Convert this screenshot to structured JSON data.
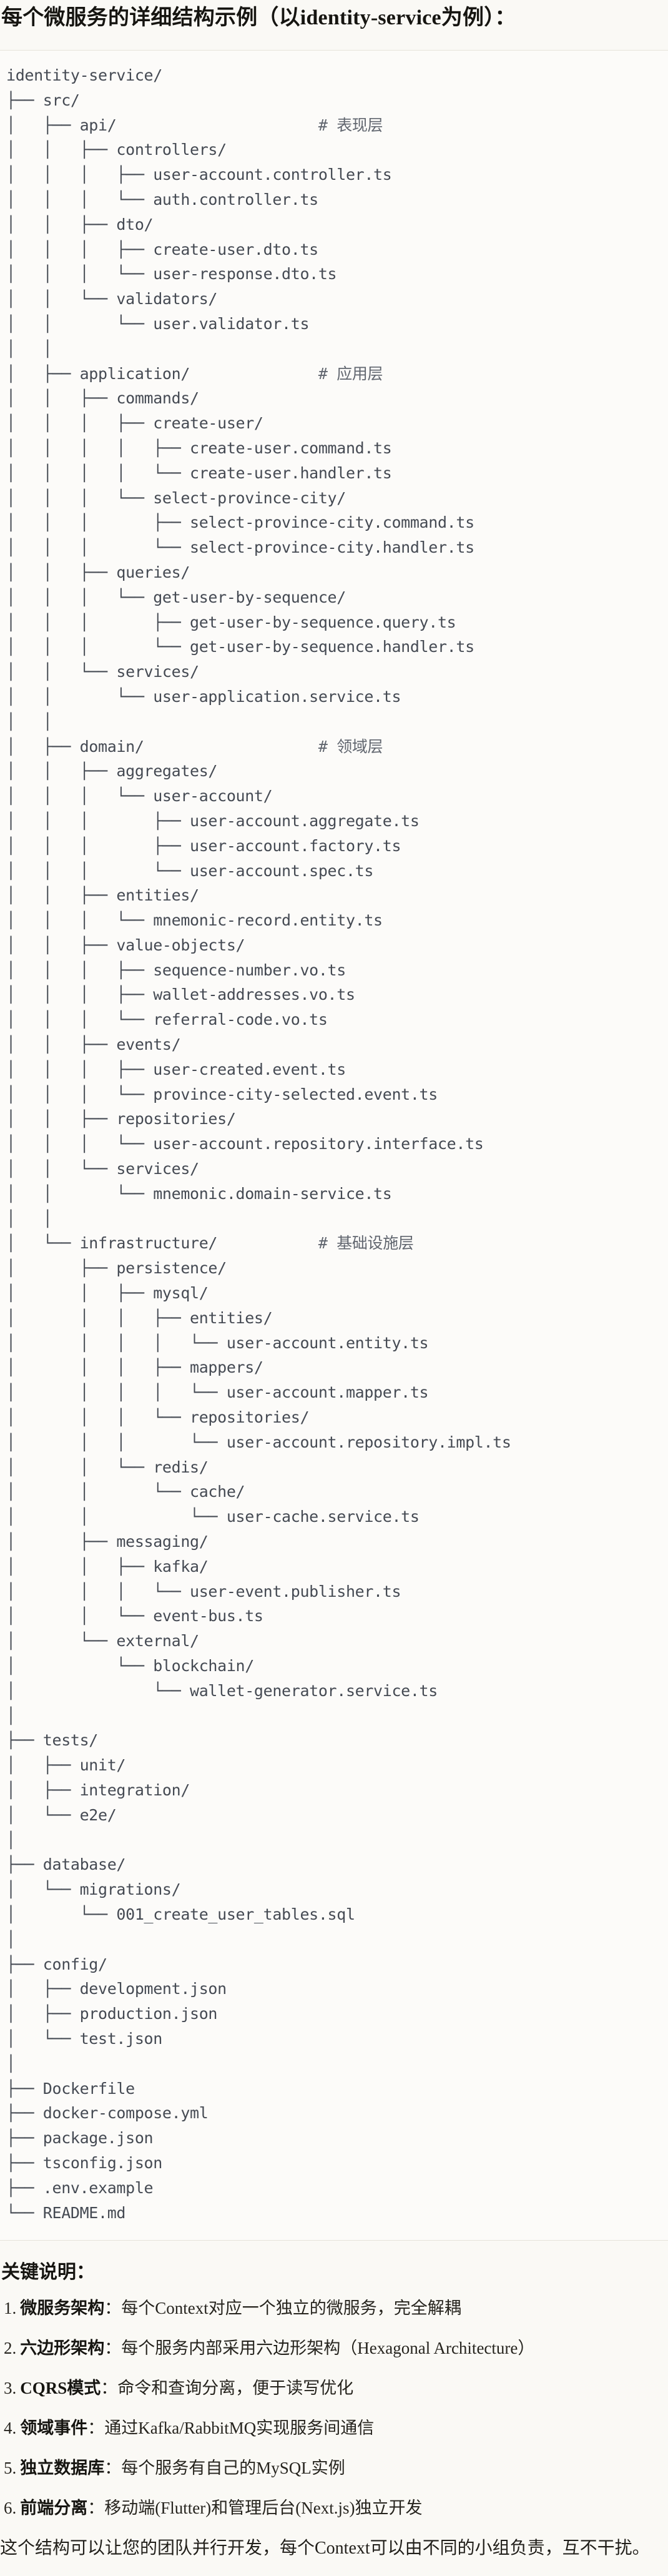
{
  "colors": {
    "page_bg": "#faf9f5",
    "code_block_bg": "#fcfbf9",
    "code_block_border": "#e6e3da",
    "tree_text": "#454a53",
    "tree_comment": "#61666f",
    "heading_text": "#161511",
    "body_text": "#211f1a"
  },
  "document": {
    "title": "每个微服务的详细结构示例（以identity-service为例）：",
    "tree": {
      "root": "identity-service/",
      "layer_comments": [
        "# 表现层",
        "# 应用层",
        "# 领域层",
        "# 基础设施层"
      ],
      "lines": [
        "identity-service/",
        "├── src/",
        "│   ├── api/                      # 表现层",
        "│   │   ├── controllers/",
        "│   │   │   ├── user-account.controller.ts",
        "│   │   │   └── auth.controller.ts",
        "│   │   ├── dto/",
        "│   │   │   ├── create-user.dto.ts",
        "│   │   │   └── user-response.dto.ts",
        "│   │   └── validators/",
        "│   │       └── user.validator.ts",
        "│   │",
        "│   ├── application/              # 应用层",
        "│   │   ├── commands/",
        "│   │   │   ├── create-user/",
        "│   │   │   │   ├── create-user.command.ts",
        "│   │   │   │   └── create-user.handler.ts",
        "│   │   │   └── select-province-city/",
        "│   │   │       ├── select-province-city.command.ts",
        "│   │   │       └── select-province-city.handler.ts",
        "│   │   ├── queries/",
        "│   │   │   └── get-user-by-sequence/",
        "│   │   │       ├── get-user-by-sequence.query.ts",
        "│   │   │       └── get-user-by-sequence.handler.ts",
        "│   │   └── services/",
        "│   │       └── user-application.service.ts",
        "│   │",
        "│   ├── domain/                   # 领域层",
        "│   │   ├── aggregates/",
        "│   │   │   └── user-account/",
        "│   │   │       ├── user-account.aggregate.ts",
        "│   │   │       ├── user-account.factory.ts",
        "│   │   │       └── user-account.spec.ts",
        "│   │   ├── entities/",
        "│   │   │   └── mnemonic-record.entity.ts",
        "│   │   ├── value-objects/",
        "│   │   │   ├── sequence-number.vo.ts",
        "│   │   │   ├── wallet-addresses.vo.ts",
        "│   │   │   └── referral-code.vo.ts",
        "│   │   ├── events/",
        "│   │   │   ├── user-created.event.ts",
        "│   │   │   └── province-city-selected.event.ts",
        "│   │   ├── repositories/",
        "│   │   │   └── user-account.repository.interface.ts",
        "│   │   └── services/",
        "│   │       └── mnemonic.domain-service.ts",
        "│   │",
        "│   └── infrastructure/           # 基础设施层",
        "│       ├── persistence/",
        "│       │   ├── mysql/",
        "│       │   │   ├── entities/",
        "│       │   │   │   └── user-account.entity.ts",
        "│       │   │   ├── mappers/",
        "│       │   │   │   └── user-account.mapper.ts",
        "│       │   │   └── repositories/",
        "│       │   │       └── user-account.repository.impl.ts",
        "│       │   └── redis/",
        "│       │       └── cache/",
        "│       │           └── user-cache.service.ts",
        "│       ├── messaging/",
        "│       │   ├── kafka/",
        "│       │   │   └── user-event.publisher.ts",
        "│       │   └── event-bus.ts",
        "│       └── external/",
        "│           └── blockchain/",
        "│               └── wallet-generator.service.ts",
        "│",
        "├── tests/",
        "│   ├── unit/",
        "│   ├── integration/",
        "│   └── e2e/",
        "│",
        "├── database/",
        "│   └── migrations/",
        "│       └── 001_create_user_tables.sql",
        "│",
        "├── config/",
        "│   ├── development.json",
        "│   ├── production.json",
        "│   └── test.json",
        "│",
        "├── Dockerfile",
        "├── docker-compose.yml",
        "├── package.json",
        "├── tsconfig.json",
        "├── .env.example",
        "└── README.md"
      ]
    },
    "notes": {
      "heading": "关键说明：",
      "items": [
        {
          "num": "1.",
          "label": "微服务架构",
          "separator": "：",
          "text": "每个Context对应一个独立的微服务，完全解耦"
        },
        {
          "num": "2.",
          "label": "六边形架构",
          "separator": "：",
          "text": "每个服务内部采用六边形架构（Hexagonal Architecture）"
        },
        {
          "num": "3.",
          "label": "CQRS模式",
          "separator": "：",
          "text": "命令和查询分离，便于读写优化"
        },
        {
          "num": "4.",
          "label": "领域事件",
          "separator": "：",
          "text": "通过Kafka/RabbitMQ实现服务间通信"
        },
        {
          "num": "5.",
          "label": "独立数据库",
          "separator": "：",
          "text": "每个服务有自己的MySQL实例"
        },
        {
          "num": "6.",
          "label": "前端分离",
          "separator": "：",
          "text": "移动端(Flutter)和管理后台(Next.js)独立开发"
        }
      ],
      "footer": "这个结构可以让您的团队并行开发，每个Context可以由不同的小组负责，互不干扰。"
    }
  }
}
